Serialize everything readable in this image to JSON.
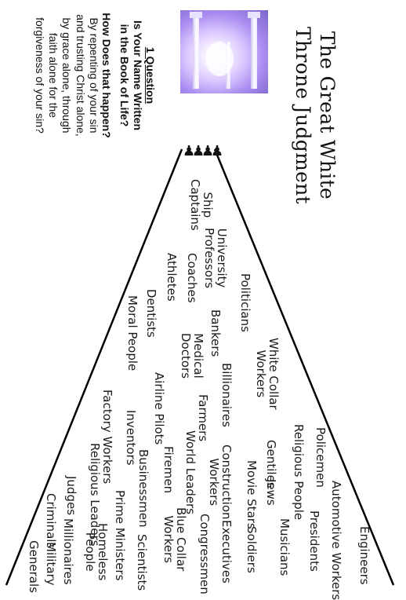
{
  "title": {
    "line1": "The Great White",
    "line2": "Throne Judgment"
  },
  "question": {
    "heading": "1 Question",
    "ask_line1": "Is Your Name Written",
    "ask_line2": "in the Book of Life?",
    "how": "How Does that happen?",
    "answer_lines": [
      "By repenting of your sin",
      "and trusting Christ alone,",
      "by grace alone, through",
      "faith alone for the",
      "forgiveness of your sin?"
    ]
  },
  "crowd": {
    "engineers": "Engineers",
    "automotive_workers": "Automotive Workers",
    "policemen": "Policemen",
    "presidents": "Presidents",
    "religious_people": "Religious People",
    "musicians": "Musicians",
    "jews": "Jews",
    "gentiles": "Gentiles",
    "white_collar_1": "White Collar",
    "white_collar_2": "Workers",
    "politicians": "Politicians",
    "soldiers": "Soldiers",
    "movie_stars": "Movie Stars",
    "university_1": "University",
    "university_2": "Professors",
    "executives": "Executives",
    "construction_1": "Construction",
    "construction_2": "Workers",
    "billionaires": "Billionaires",
    "bankers": "Bankers",
    "coaches": "Coaches",
    "athletes": "Athletes",
    "congressmen": "Congressmen",
    "world_leaders": "World Leaders",
    "farmers": "Farmers",
    "medical_1": "Medical",
    "medical_2": "Doctors",
    "dentists": "Dentists",
    "blue_collar_1": "Blue Collar",
    "blue_collar_2": "Workers",
    "firemen": "Firemen",
    "airline_pilots": "Airline Pilots",
    "moral_people": "Moral People",
    "scientists": "Scientists",
    "businessmen": "Businessmen",
    "inventors": "Inventors",
    "prime_ministers": "Prime Ministers",
    "factory_workers": "Factory Workers",
    "homeless_1": "Homeless",
    "homeless_2": "People",
    "religious_leaders": "Religious Leaders",
    "judges": "Judges",
    "millionaires": "Millionaires",
    "criminals": "Criminals",
    "military": "Military",
    "generals": "Generals",
    "ship_1": "Ship",
    "ship_2": "Captains"
  },
  "figures": {
    "glyph": "♟",
    "count": 4
  }
}
